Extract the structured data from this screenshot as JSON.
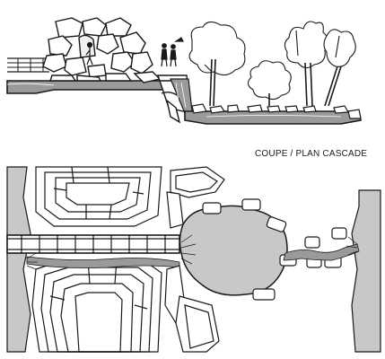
{
  "caption": "COUPE / PLAN CASCADE",
  "colors": {
    "ink": "#1a1a1a",
    "water": "#9a9a9a",
    "pond": "#c8c8c8",
    "rock_fill": "#ffffff",
    "background": "#ffffff"
  },
  "views": [
    "section",
    "plan"
  ]
}
